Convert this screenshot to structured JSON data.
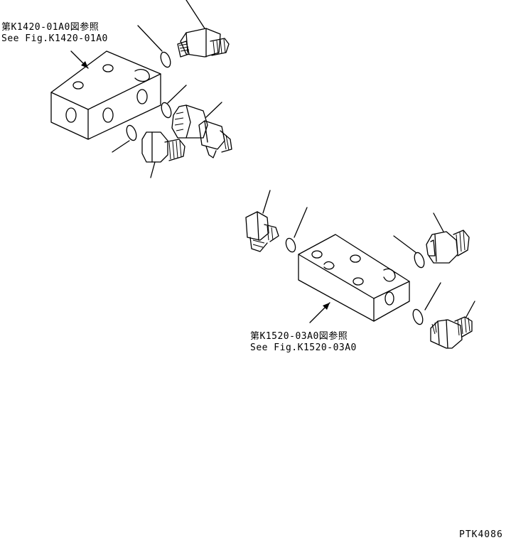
{
  "labels": {
    "upper_ref_jp": "第K1420-01A0図参照",
    "upper_ref_en": "See Fig.K1420-01A0",
    "lower_ref_jp": "第K1520-03A0図参照",
    "lower_ref_en": "See Fig.K1520-03A0",
    "drawing_code": "PTK4086"
  }
}
